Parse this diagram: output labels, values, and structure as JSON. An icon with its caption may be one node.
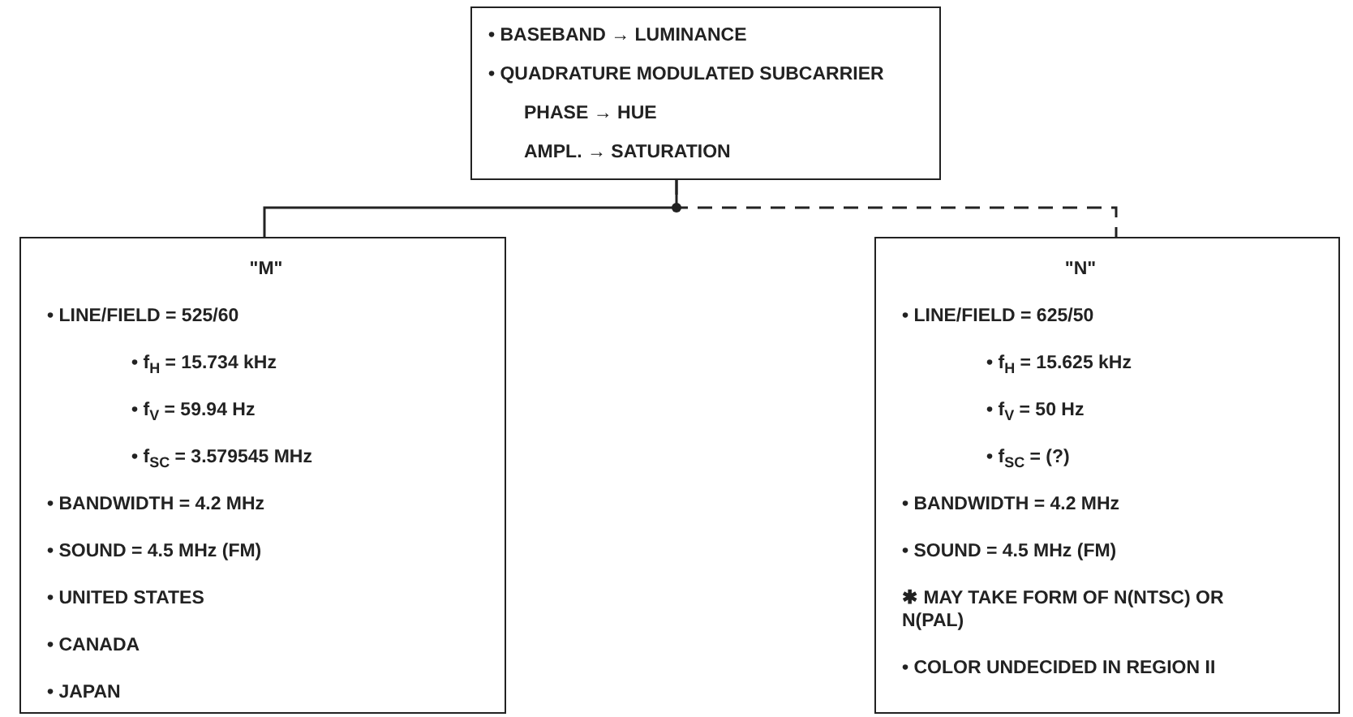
{
  "diagram": {
    "nodes": [
      {
        "text": [
          "• BASEBAND → LUMINANCE",
          "• QUADRATURE MODULATED SUBCARRIER",
          "PHASE → HUE",
          "AMPL. → SATURATION"
        ]
      },
      {
        "text": [
          "\"M\"",
          "• LINE/FIELD = 525/60",
          "• f$_{H}$ = 15.734 kHz",
          "• f$_{V}$ = 59.94 Hz",
          "• f$_{SC}$ = 3.579545 MHz",
          "• BANDWIDTH = 4.2 MHz",
          "• SOUND = 4.5 MHz (FM)",
          "• UNITED STATES",
          "• CANADA",
          "• JAPAN"
        ]
      },
      {
        "text": [
          "\"N\"",
          "• LINE/FIELD = 625/50",
          "• f$_{H}$ = 15.625 kHz",
          "• f$_{V}$ = 50 Hz",
          "• f$_{SC}$ = (?)",
          "• BANDWIDTH = 4.2 MHz",
          "• SOUND = 4.5 MHz (FM)",
          "✱ MAY TAKE FORM OF N(NTSC) OR N(PAL)",
          "• COLOR UNDECIDED IN REGION II"
        ]
      }
    ],
    "edges": [
      {
        "from": 0,
        "to": 1,
        "arrow": "none"
      },
      {
        "from": 0,
        "to": 2,
        "arrow": "none",
        "style": "dashed"
      }
    ]
  }
}
